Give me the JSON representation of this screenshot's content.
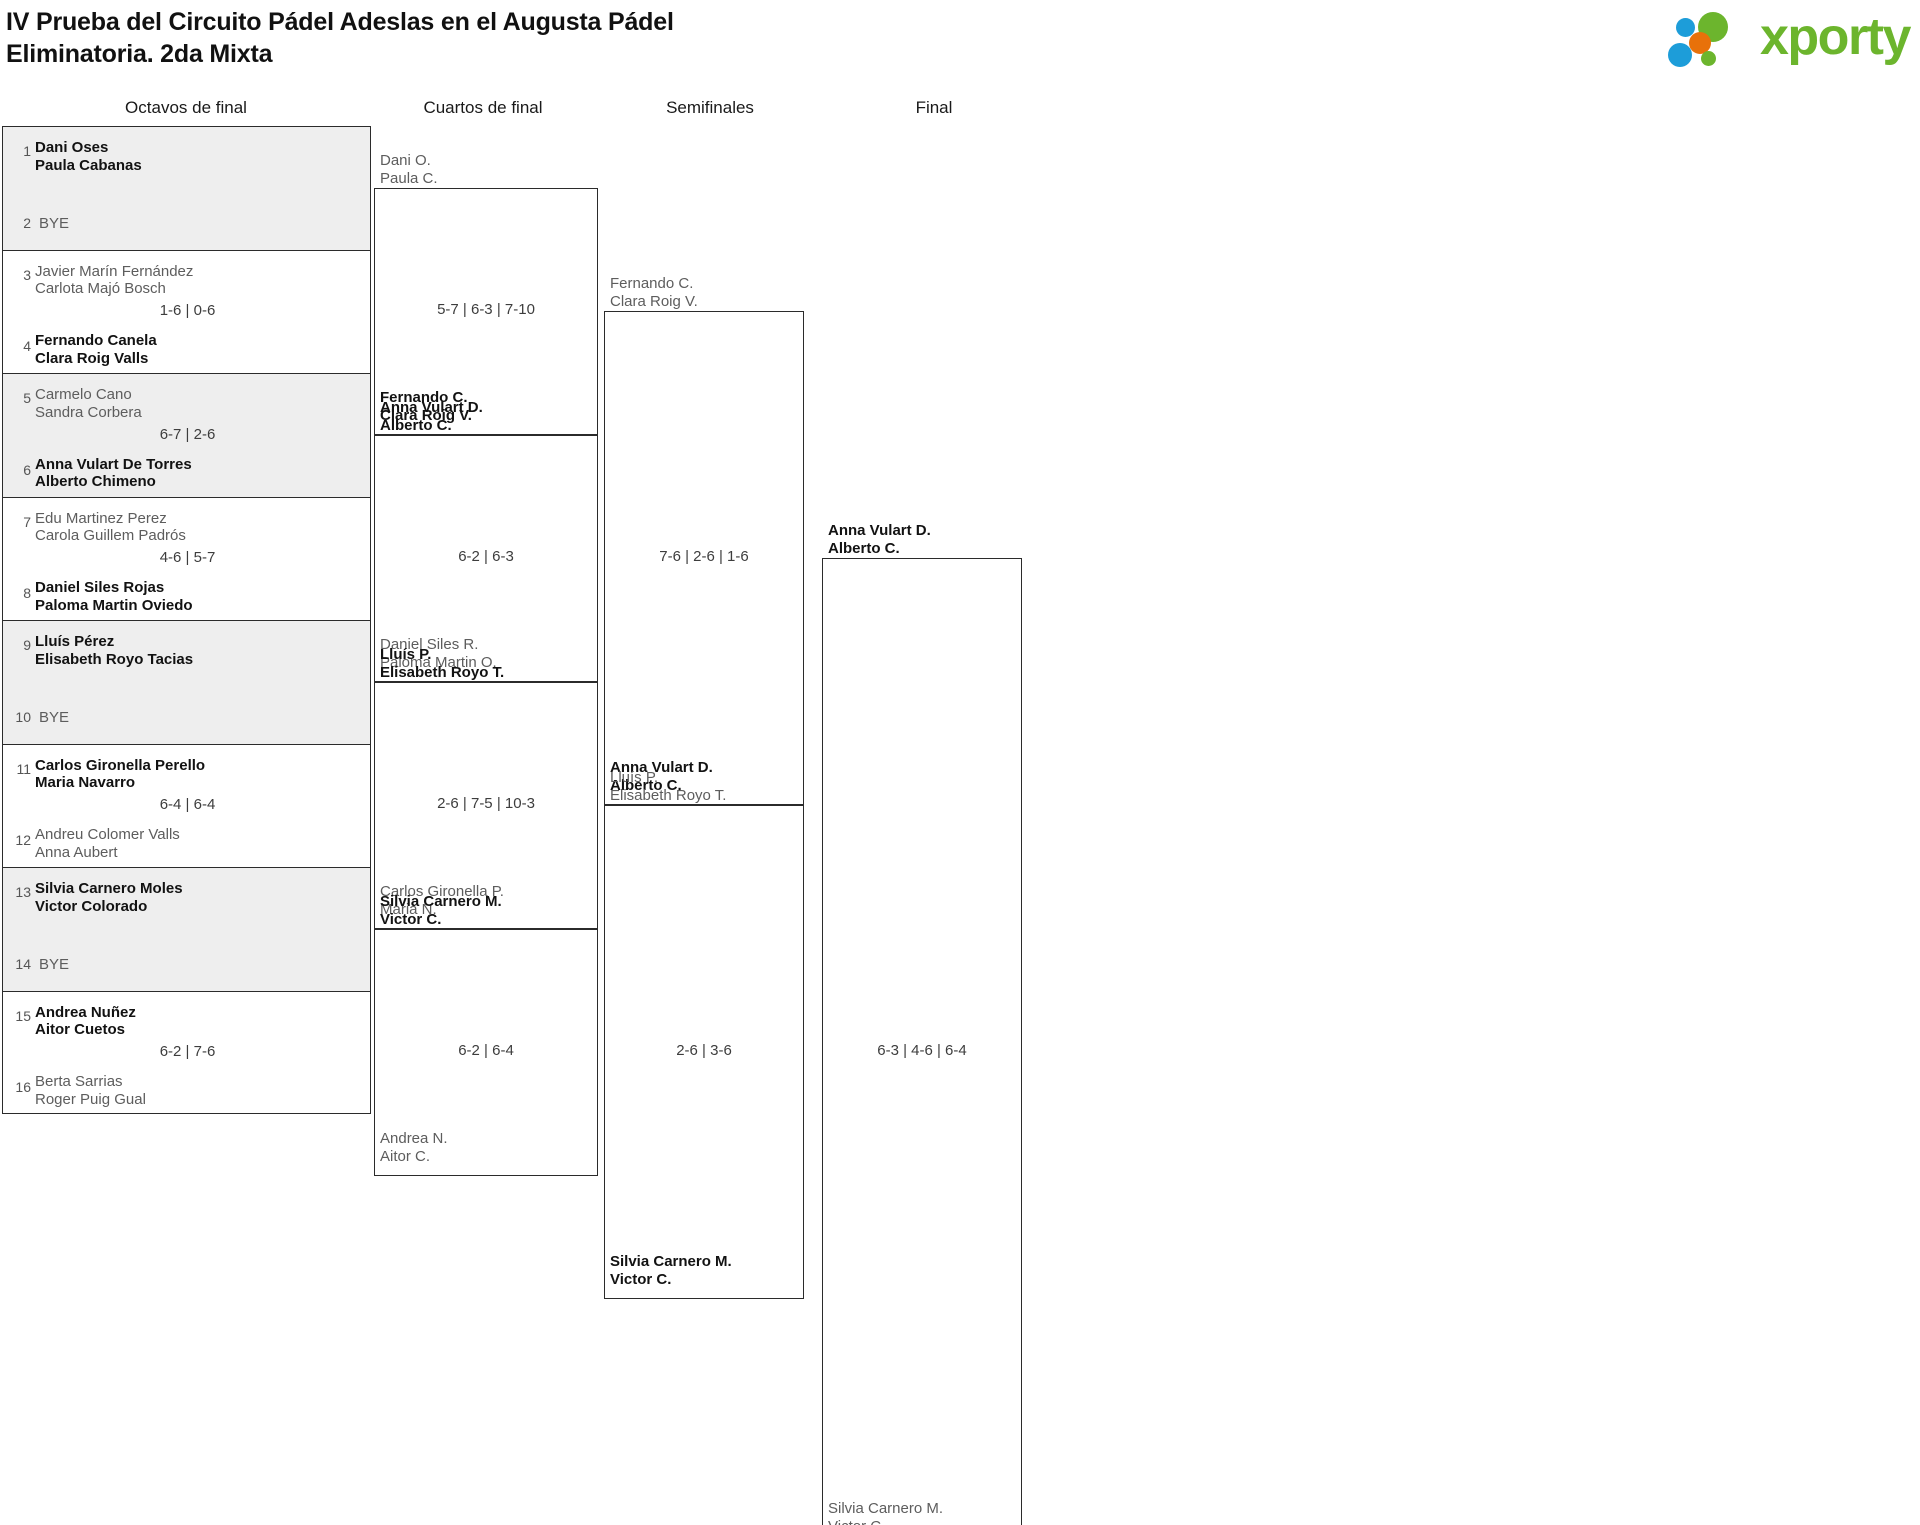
{
  "header": {
    "title_line1": "IV Prueba del Circuito Pádel Adeslas en el Augusta Pádel",
    "title_line2": "Eliminatoria. 2da Mixta",
    "logo_text": "xporty",
    "logo_colors": {
      "green": "#6cb52d",
      "blue": "#1d9dd9",
      "orange": "#e8710a"
    }
  },
  "rounds": [
    {
      "id": "octavos",
      "label": "Octavos de final"
    },
    {
      "id": "cuartos",
      "label": "Cuartos de final"
    },
    {
      "id": "semis",
      "label": "Semifinales"
    },
    {
      "id": "final",
      "label": "Final"
    }
  ],
  "round1": [
    {
      "shade": true,
      "score": "",
      "top": {
        "seed": "1",
        "p1": "Dani Oses",
        "p2": "Paula Cabanas",
        "result": "win"
      },
      "bottom": {
        "seed": "2",
        "bye": "BYE",
        "result": "bye"
      }
    },
    {
      "shade": false,
      "score": "1-6 | 0-6",
      "top": {
        "seed": "3",
        "p1": "Javier Marín Fernández",
        "p2": "Carlota Majó Bosch",
        "result": "lose"
      },
      "bottom": {
        "seed": "4",
        "p1": "Fernando Canela",
        "p2": "Clara Roig Valls",
        "result": "win"
      }
    },
    {
      "shade": true,
      "score": "6-7 | 2-6",
      "top": {
        "seed": "5",
        "p1": "Carmelo Cano",
        "p2": "Sandra Corbera",
        "result": "lose"
      },
      "bottom": {
        "seed": "6",
        "p1": "Anna Vulart De Torres",
        "p2": "Alberto Chimeno",
        "result": "win"
      }
    },
    {
      "shade": false,
      "score": "4-6 | 5-7",
      "top": {
        "seed": "7",
        "p1": "Edu Martinez Perez",
        "p2": "Carola Guillem Padrós",
        "result": "lose"
      },
      "bottom": {
        "seed": "8",
        "p1": "Daniel Siles Rojas",
        "p2": "Paloma Martin Oviedo",
        "result": "win"
      }
    },
    {
      "shade": true,
      "score": "",
      "top": {
        "seed": "9",
        "p1": "Lluís Pérez",
        "p2": "Elisabeth Royo Tacias",
        "result": "win"
      },
      "bottom": {
        "seed": "10",
        "bye": "BYE",
        "result": "bye"
      }
    },
    {
      "shade": false,
      "score": "6-4 | 6-4",
      "top": {
        "seed": "11",
        "p1": "Carlos Gironella Perello",
        "p2": "Maria Navarro",
        "result": "win"
      },
      "bottom": {
        "seed": "12",
        "p1": "Andreu Colomer Valls",
        "p2": "Anna Aubert",
        "result": "lose"
      }
    },
    {
      "shade": true,
      "score": "",
      "top": {
        "seed": "13",
        "p1": "Silvia Carnero Moles",
        "p2": "Victor Colorado",
        "result": "win"
      },
      "bottom": {
        "seed": "14",
        "bye": "BYE",
        "result": "bye"
      }
    },
    {
      "shade": false,
      "score": "6-2 | 7-6",
      "top": {
        "seed": "15",
        "p1": "Andrea Nuñez",
        "p2": "Aitor Cuetos",
        "result": "win"
      },
      "bottom": {
        "seed": "16",
        "p1": "Berta Sarrias",
        "p2": "Roger Puig Gual",
        "result": "lose"
      }
    }
  ],
  "round2": [
    {
      "score": "5-7 | 6-3 | 7-10",
      "top": {
        "p1": "Dani O.",
        "p2": "Paula C.",
        "result": "lose"
      },
      "bottom": {
        "p1": "Fernando C.",
        "p2": "Clara Roig V.",
        "result": "win"
      }
    },
    {
      "score": "6-2 | 6-3",
      "top": {
        "p1": "Anna Vulart D.",
        "p2": "Alberto C.",
        "result": "win"
      },
      "bottom": {
        "p1": "Daniel Siles R.",
        "p2": "Paloma Martin O.",
        "result": "lose"
      }
    },
    {
      "score": "2-6 | 7-5 | 10-3",
      "top": {
        "p1": "Lluís P.",
        "p2": "Elisabeth Royo T.",
        "result": "win"
      },
      "bottom": {
        "p1": "Carlos Gironella P.",
        "p2": "Maria N.",
        "result": "lose"
      }
    },
    {
      "score": "6-2 | 6-4",
      "top": {
        "p1": "Silvia Carnero M.",
        "p2": "Victor C.",
        "result": "win"
      },
      "bottom": {
        "p1": "Andrea N.",
        "p2": "Aitor C.",
        "result": "lose"
      }
    }
  ],
  "round3": [
    {
      "score": "7-6 | 2-6 | 1-6",
      "top": {
        "p1": "Fernando C.",
        "p2": "Clara Roig V.",
        "result": "lose"
      },
      "bottom": {
        "p1": "Anna Vulart D.",
        "p2": "Alberto C.",
        "result": "win"
      }
    },
    {
      "score": "2-6 | 3-6",
      "top": {
        "p1": "Lluís P.",
        "p2": "Elisabeth Royo T.",
        "result": "lose"
      },
      "bottom": {
        "p1": "Silvia Carnero M.",
        "p2": "Victor C.",
        "result": "win"
      }
    }
  ],
  "round4": [
    {
      "score": "6-3 | 4-6 | 6-4",
      "top": {
        "p1": "Anna Vulart D.",
        "p2": "Alberto C.",
        "result": "win"
      },
      "bottom": {
        "p1": "Silvia Carnero M.",
        "p2": "Victor C.",
        "result": "lose"
      }
    }
  ],
  "champion": {
    "p1": "Anna Vulart D.",
    "p2": "Alberto C."
  }
}
